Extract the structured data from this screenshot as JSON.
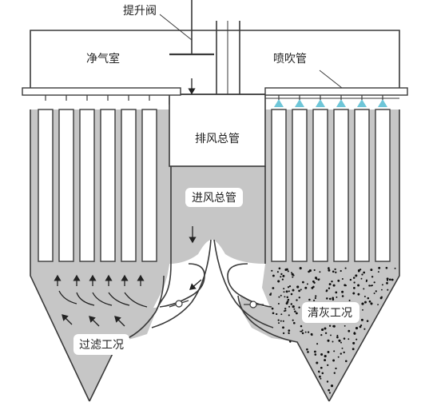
{
  "labels": {
    "lift_valve": "提升阀",
    "clean_air_chamber": "净气室",
    "blow_pipe": "喷吹管",
    "exhaust_manifold": "排风总管",
    "inlet_manifold": "进风总管",
    "filtering_mode": "过滤工况",
    "cleaning_mode": "清灰工况"
  },
  "colors": {
    "dust": "#c6c6c6",
    "line": "#3a3a3a",
    "background": "#ffffff",
    "spray": "#6ec6d8",
    "chip": "#ffffff"
  }
}
